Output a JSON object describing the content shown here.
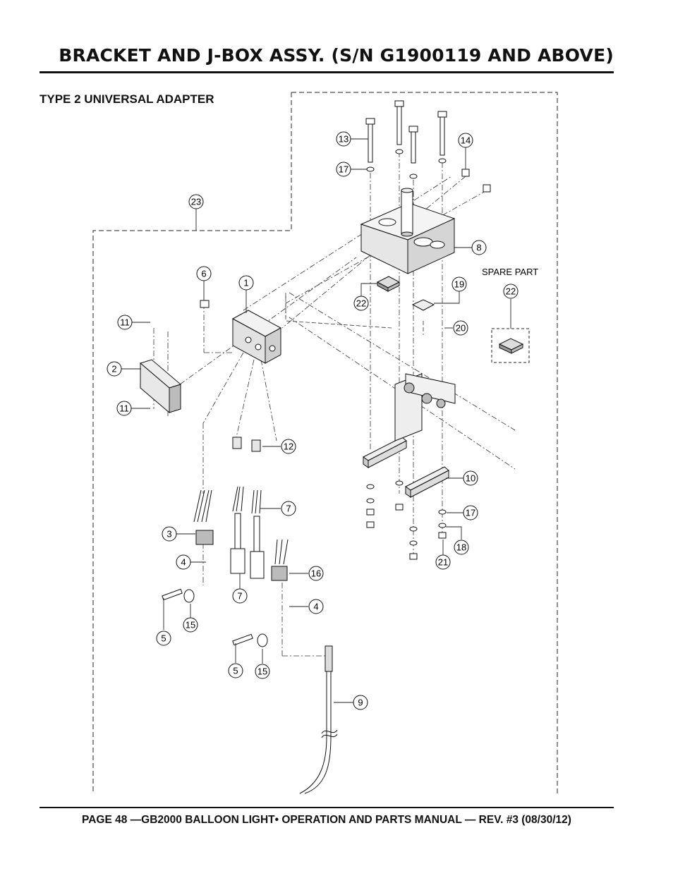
{
  "header": {
    "title": "BRACKET AND J-BOX ASSY. (S/N G1900119 AND ABOVE)"
  },
  "section_title": "TYPE 2 UNIVERSAL ADAPTER",
  "spare_part_label": "SPARE PART",
  "callouts": {
    "c1": "1",
    "c2": "2",
    "c3": "3",
    "c4a": "4",
    "c4b": "4",
    "c5a": "5",
    "c5b": "5",
    "c6": "6",
    "c7a": "7",
    "c7b": "7",
    "c8": "8",
    "c9": "9",
    "c10": "10",
    "c11a": "11",
    "c11b": "11",
    "c12": "12",
    "c13": "13",
    "c14": "14",
    "c15a": "15",
    "c15b": "15",
    "c16": "16",
    "c17a": "17",
    "c17b": "17",
    "c18": "18",
    "c19": "19",
    "c20": "20",
    "c21": "21",
    "c22a": "22",
    "c22b": "22",
    "c23": "23"
  },
  "footer": "PAGE 48 —GB2000 BALLOON LIGHT• OPERATION AND PARTS MANUAL — REV. #3 (08/30/12)"
}
